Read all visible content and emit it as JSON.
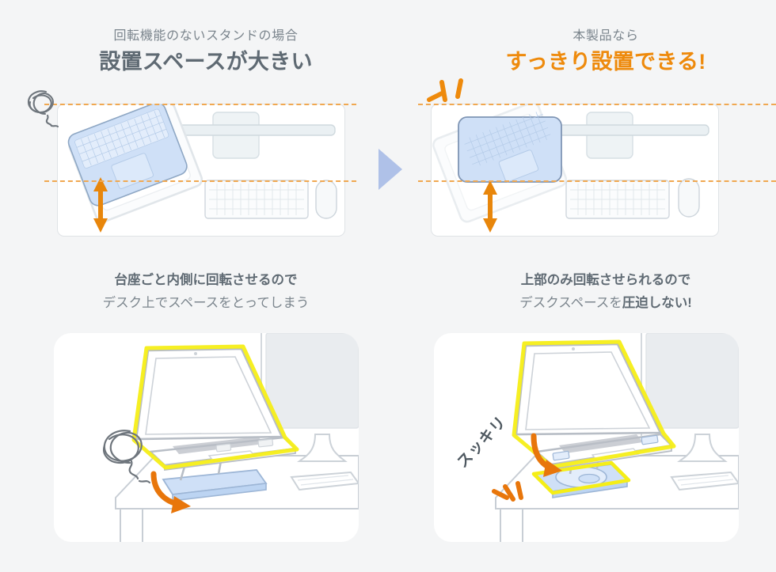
{
  "palette": {
    "page_bg": "#f4f5f6",
    "panel_bg": "#ffffff",
    "gray_text": "#5f6a73",
    "muted_text": "#7b858d",
    "accent_orange": "#ee8a0c",
    "dash_orange": "#f0a851",
    "laptop_blue": "#cfe0f7",
    "highlight_yellow": "#f5ee17",
    "line_gray": "#b9bfc7",
    "triangle_blue": "#afc1e8"
  },
  "columns": {
    "left": {
      "kicker": "回転機能のないスタンドの場合",
      "headline": "設置スペースが大きい",
      "caption_bold": "台座ごと内側に回転させるので",
      "caption_rest": "デスク上でスペースをとってしまう"
    },
    "right": {
      "kicker": "本製品なら",
      "headline": "すっきり設置できる!",
      "caption_bold": "上部のみ回転させられるので",
      "caption_rest_plain": "デスクスペースを",
      "caption_rest_bold": "圧迫しない!"
    }
  },
  "annotations": {
    "sukkiri_label": "スッキリ",
    "scribble_icon": "scribble-doodle-icon",
    "sparkle_icon": "sparkle-marks-icon",
    "mid_arrow_icon": "triangle-right-icon",
    "span_arrow_icon": "double-arrow-vertical-icon",
    "rotate_arrow_icon": "curved-rotation-arrow-icon",
    "guide_line_icon": "dashed-guide-line"
  },
  "top_panels": {
    "left": {
      "name": "desk-top-view-without-swivel",
      "items": [
        "laptop",
        "stand-base",
        "monitor",
        "keyboard",
        "mouse"
      ]
    },
    "right": {
      "name": "desk-top-view-with-product",
      "items": [
        "laptop",
        "stand-base",
        "monitor",
        "keyboard",
        "mouse"
      ]
    }
  },
  "bottom_panels": {
    "left": {
      "name": "laptop-on-rotating-base-illustration"
    },
    "right": {
      "name": "laptop-on-swivel-top-illustration"
    }
  }
}
